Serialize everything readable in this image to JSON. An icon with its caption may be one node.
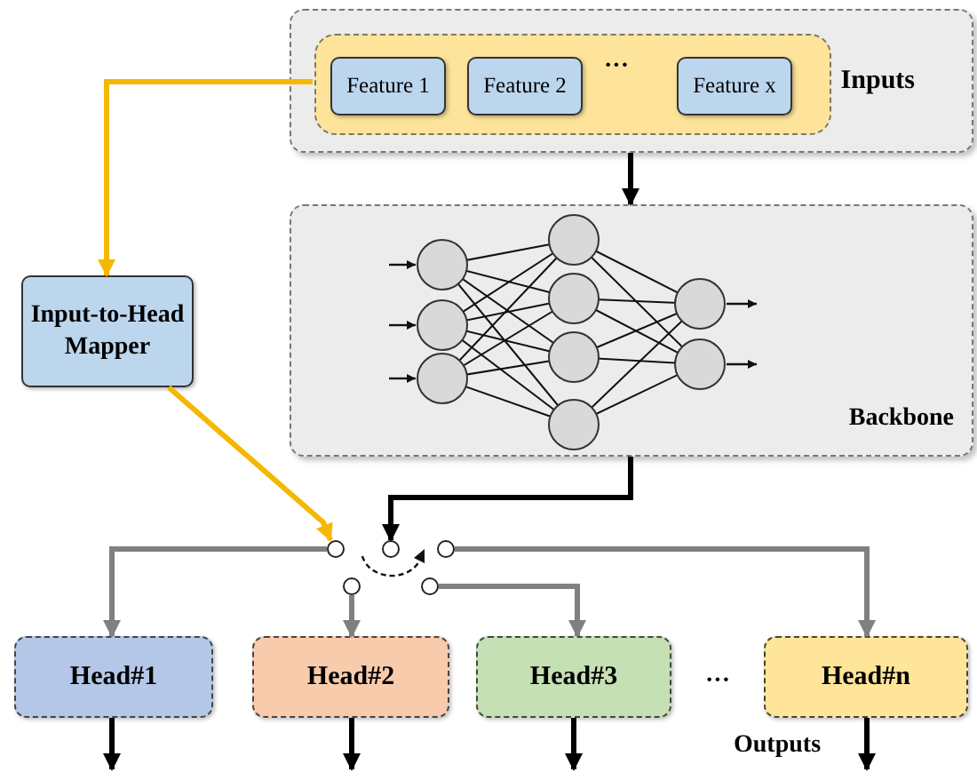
{
  "diagram": {
    "nodes": [
      {
        "text": [
          "Inputs"
        ]
      },
      {
        "text": [],
        "shape": "box",
        "in": 0
      },
      {
        "text": [
          "Feature 1"
        ],
        "in": 1
      },
      {
        "text": [
          "Feature 2"
        ],
        "in": 1
      },
      {
        "text": [
          "Feature x"
        ],
        "in": 1
      },
      {
        "text": [
          "Backbone"
        ]
      },
      {
        "text": [
          "Input-to-Head Mapper"
        ]
      },
      {
        "text": [],
        "shape": "circle"
      },
      {
        "text": [],
        "shape": "circle"
      },
      {
        "text": [],
        "shape": "circle"
      },
      {
        "text": [],
        "shape": "circle"
      },
      {
        "text": [],
        "shape": "circle"
      },
      {
        "text": [
          "Head#1"
        ]
      },
      {
        "text": [
          "Head#2"
        ]
      },
      {
        "text": [
          "Head#3"
        ]
      },
      {
        "text": [
          "Head#n"
        ]
      }
    ],
    "edges": [
      {
        "from": 1,
        "to": 6,
        "arrow": "to",
        "color": "#f5b800"
      },
      {
        "from": 0,
        "to": 5,
        "arrow": "to"
      },
      {
        "from": 5,
        "to": 8,
        "arrow": "to"
      },
      {
        "from": 6,
        "to": 7,
        "arrow": "to",
        "color": "#f5b800"
      },
      {
        "from": 7,
        "to": 12,
        "arrow": "to",
        "color": "#808080"
      },
      {
        "from": 10,
        "to": 13,
        "arrow": "to",
        "color": "#808080"
      },
      {
        "from": 11,
        "to": 14,
        "arrow": "to",
        "color": "#808080"
      },
      {
        "from": 9,
        "to": 15,
        "arrow": "to",
        "color": "#808080"
      },
      {
        "from": 12,
        "to": null,
        "arrow": "to"
      },
      {
        "from": 13,
        "to": null,
        "arrow": "to"
      },
      {
        "from": 14,
        "to": null,
        "arrow": "to"
      },
      {
        "from": 15,
        "to": null,
        "arrow": "to"
      }
    ],
    "labels": [
      "···",
      "···",
      "Outputs"
    ]
  }
}
